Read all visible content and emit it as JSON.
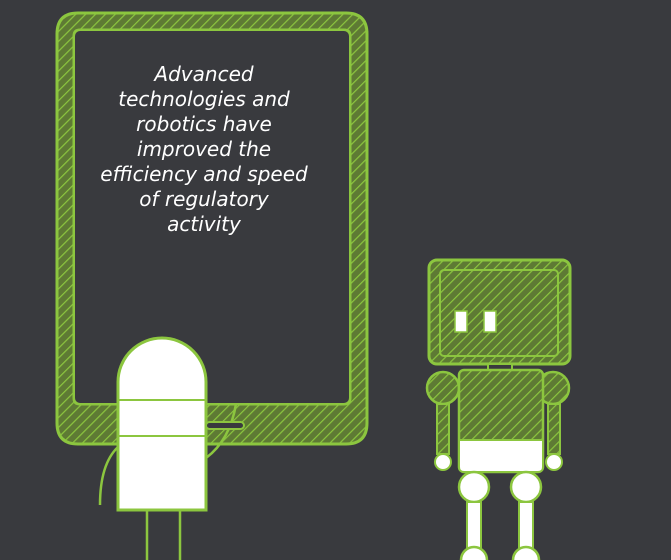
{
  "caption": "Advanced technologies and robotics have improved the efficiency and speed of regulatory activity",
  "colors": {
    "background": "#393a3e",
    "accent_green": "#8cc63f",
    "white": "#ffffff"
  },
  "icons": [
    "tablet-illustration",
    "dome-robot-illustration",
    "boxy-robot-illustration"
  ]
}
